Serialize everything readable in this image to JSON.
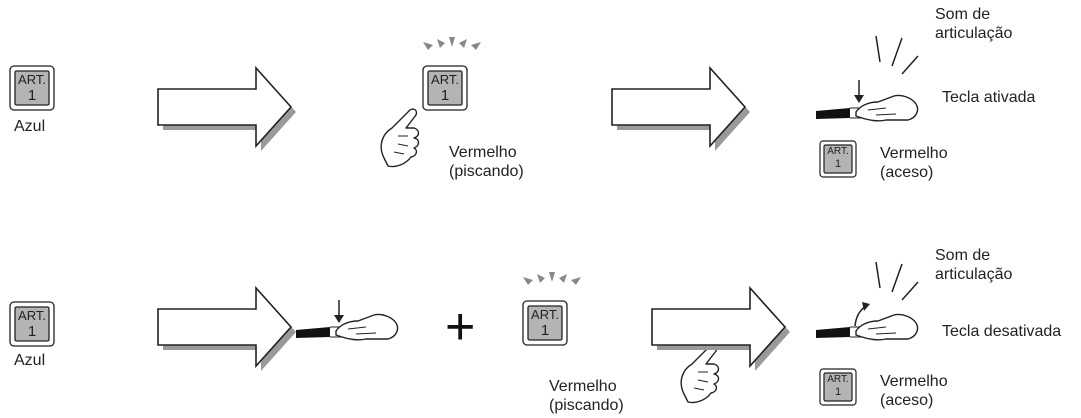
{
  "button_label": {
    "line1": "ART.",
    "line2": "1"
  },
  "row1": {
    "step1_color": "Azul",
    "step2_color": "Vermelho",
    "step2_state": "(piscando)",
    "sound_line1": "Som de",
    "sound_line2": "articulação",
    "key_action": "Tecla ativada",
    "step3_color": "Vermelho",
    "step3_state": "(aceso)"
  },
  "row2": {
    "step1_color": "Azul",
    "plus_sign": "+",
    "step2_color": "Vermelho",
    "step2_state": "(piscando)",
    "sound_line1": "Som de",
    "sound_line2": "articulação",
    "key_action": "Tecla desativada",
    "step3_color": "Vermelho",
    "step3_state": "(aceso)"
  },
  "colors": {
    "button_fill": "#b4b4b4",
    "line": "#222222",
    "arrow_shadow": "#9a9a9a"
  }
}
